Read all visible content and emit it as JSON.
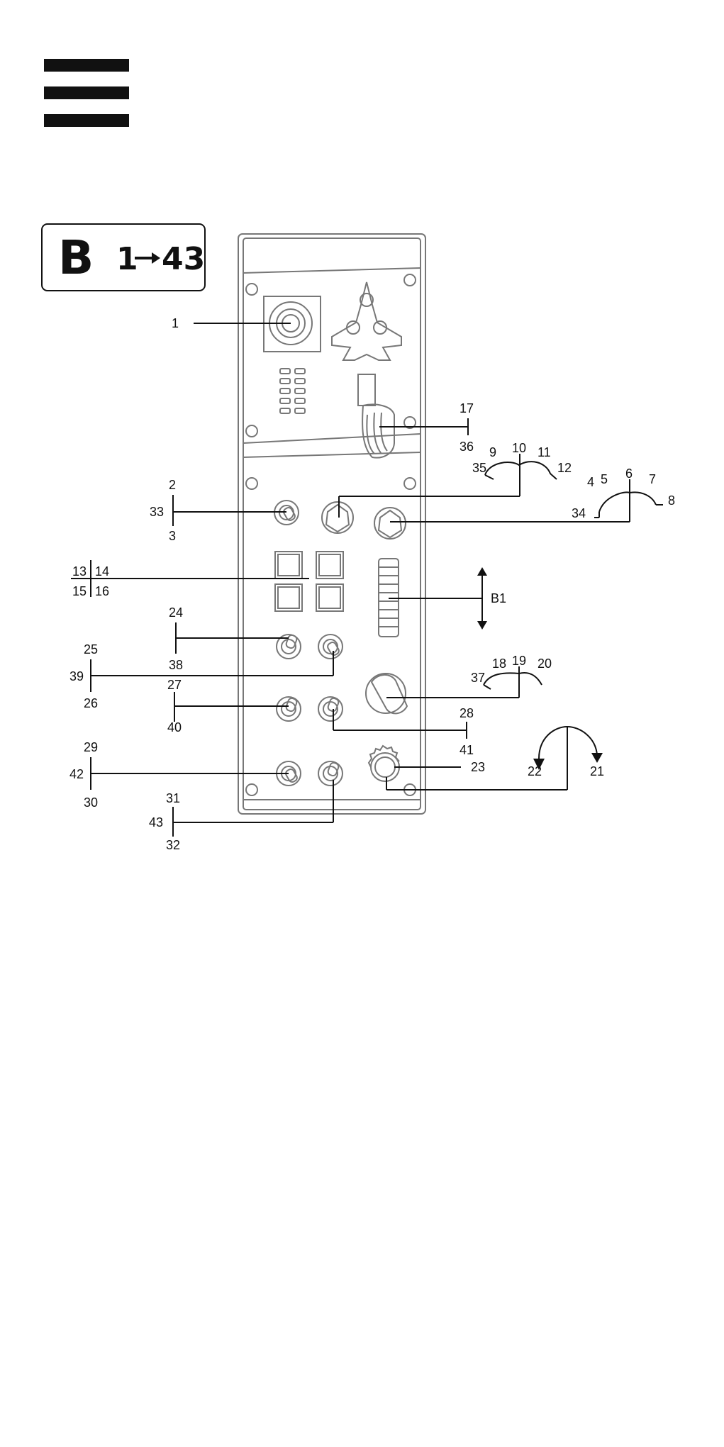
{
  "menu_icon": "hamburger-menu-icon",
  "badge": {
    "letter": "B",
    "start": "1",
    "end": "43",
    "arrow_icon": "arrow-right-icon"
  },
  "labels": {
    "l1": "1",
    "l2": "2",
    "l3": "3",
    "l4": "4",
    "l5": "5",
    "l6": "6",
    "l7": "7",
    "l8": "8",
    "l9": "9",
    "l10": "10",
    "l11": "11",
    "l12": "12",
    "l13": "13",
    "l14": "14",
    "l15": "15",
    "l16": "16",
    "l17": "17",
    "l18": "18",
    "l19": "19",
    "l20": "20",
    "l21": "21",
    "l22": "22",
    "l23": "23",
    "l24": "24",
    "l25": "25",
    "l26": "26",
    "l27": "27",
    "l28": "28",
    "l29": "29",
    "l30": "30",
    "l31": "31",
    "l32": "32",
    "l33": "33",
    "l34": "34",
    "l35": "35",
    "l36": "36",
    "l37": "37",
    "l38": "38",
    "l39": "39",
    "l40": "40",
    "l41": "41",
    "l42": "42",
    "l43": "43",
    "b1": "B1"
  },
  "colors": {
    "ink": "#111111",
    "panel_outline": "#777777",
    "background": "#ffffff"
  }
}
